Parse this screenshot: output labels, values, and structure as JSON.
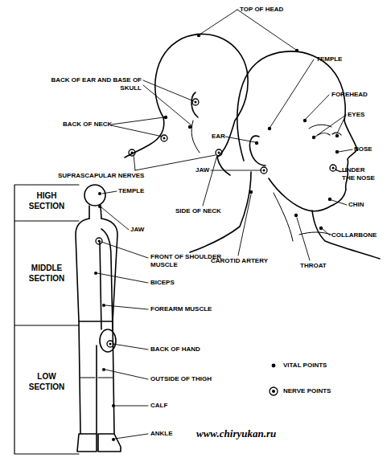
{
  "diagram": {
    "labels": [
      "TOP OF HEAD",
      "TEMPLE",
      "FOREHEAD",
      "EYES",
      "NOSE",
      "UNDER THE NOSE",
      "CHIN",
      "COLLARBONE",
      "THROAT",
      "CAROTID ARTERY",
      "JAW",
      "EAR",
      "SIDE OF NECK",
      "BACK OF EAR AND BASE OF SKULL",
      "BACK OF NECK",
      "SUPRASCAPULAR NERVES",
      "HIGH SECTION",
      "TEMPLE",
      "JAW",
      "MIDDLE SECTION",
      "FRONT OF SHOULDER MUSCLE",
      "BICEPS",
      "FOREARM MUSCLE",
      "LOW SECTION",
      "BACK OF HAND",
      "OUTSIDE OF THIGH",
      "CALF",
      "ANKLE",
      "www.chiryukan.ru"
    ],
    "legend": [
      {
        "text": "VITAL POINTS"
      },
      {
        "text": "NERVE POINTS"
      }
    ]
  }
}
